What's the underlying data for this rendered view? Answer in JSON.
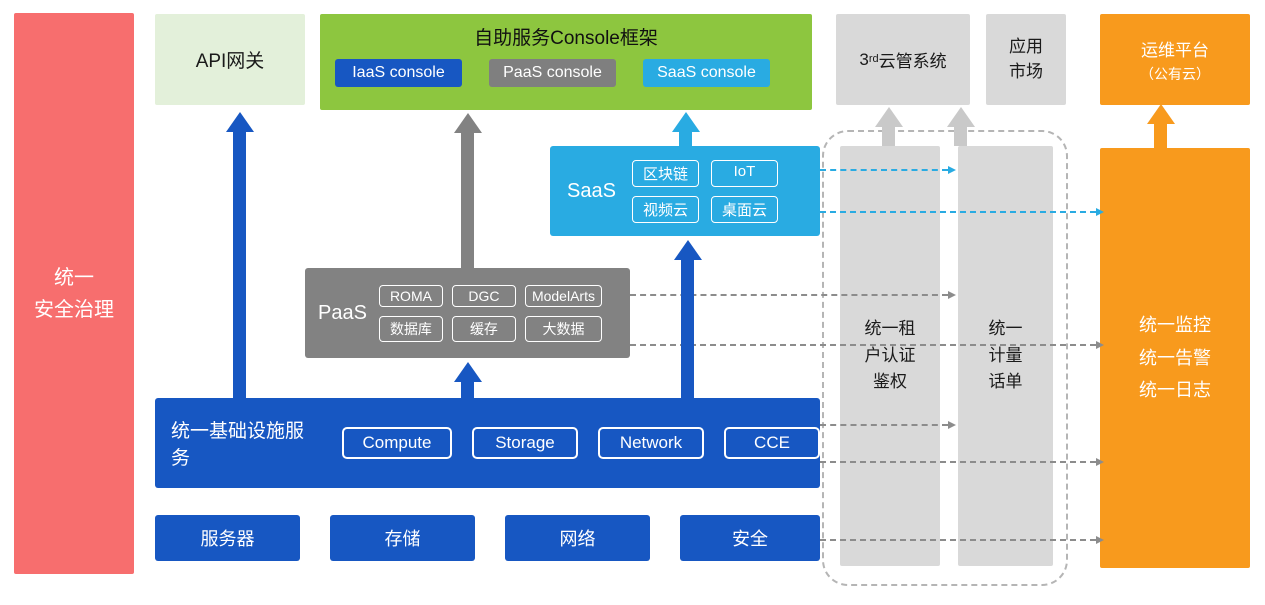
{
  "colors": {
    "blue": "#1757C2",
    "cyan": "#29ABE2",
    "green": "#8DC63F",
    "light_green": "#E3F0DA",
    "gray": "#828282",
    "light_gray": "#D9D9D9",
    "orange": "#F89A1D",
    "red": "#F76E6E"
  },
  "security_bar": {
    "label": "统一\n安全治理"
  },
  "api_gateway": {
    "label": "API网关"
  },
  "console_framework": {
    "title": "自助服务Console框架",
    "items": [
      {
        "label": "IaaS console"
      },
      {
        "label": "PaaS console"
      },
      {
        "label": "SaaS console"
      }
    ]
  },
  "cloud_mgmt": {
    "prefix": "3",
    "sup": "rd",
    "rest": "云管系统"
  },
  "app_market": {
    "label": "应用\n市场"
  },
  "om_platform": {
    "label": "运维平台",
    "sublabel": "（公有云）"
  },
  "saas": {
    "label": "SaaS",
    "items": [
      {
        "label": "区块链"
      },
      {
        "label": "IoT"
      },
      {
        "label": "视频云"
      },
      {
        "label": "桌面云"
      }
    ]
  },
  "paas": {
    "label": "PaaS",
    "items": [
      {
        "label": "ROMA"
      },
      {
        "label": "DGC"
      },
      {
        "label": "ModelArts"
      },
      {
        "label": "数据库"
      },
      {
        "label": "缓存"
      },
      {
        "label": "大数据"
      }
    ]
  },
  "infrastructure": {
    "label": "统一基础设施服务",
    "items": [
      {
        "label": "Compute"
      },
      {
        "label": "Storage"
      },
      {
        "label": "Network"
      },
      {
        "label": "CCE"
      }
    ]
  },
  "hardware": {
    "items": [
      {
        "label": "服务器"
      },
      {
        "label": "存储"
      },
      {
        "label": "网络"
      },
      {
        "label": "安全"
      }
    ]
  },
  "auth_bar": {
    "label": "统一租\n户认证\n鉴权"
  },
  "metering_bar": {
    "label": "统一\n计量\n话单"
  },
  "monitor_bar": {
    "label": "统一监控\n统一告警\n统一日志"
  }
}
